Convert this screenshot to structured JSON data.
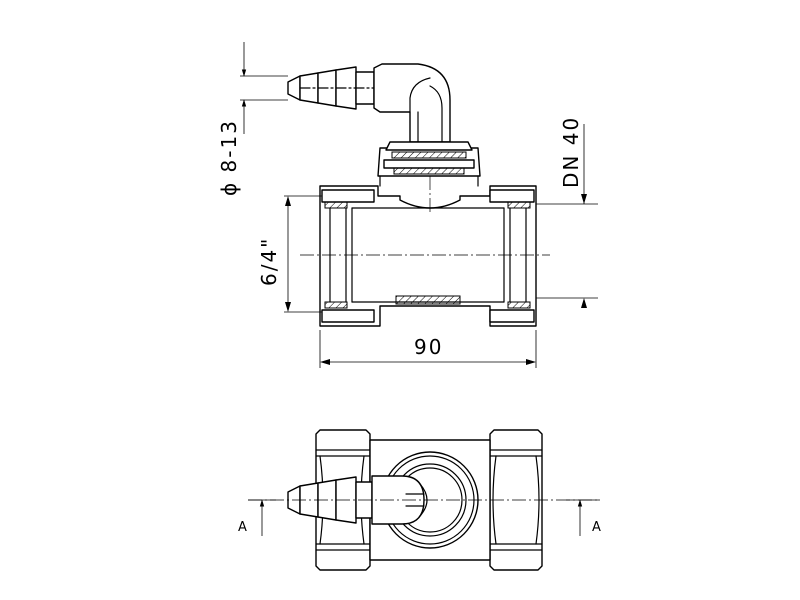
{
  "dimensions": {
    "hose_diameter": "ϕ 8-13",
    "thread_size": "6/4\"",
    "nominal_diameter": "DN 40",
    "length": "90"
  },
  "section_marks": {
    "left": "A",
    "right": "A"
  },
  "colors": {
    "line": "#000000",
    "background": "#ffffff"
  }
}
